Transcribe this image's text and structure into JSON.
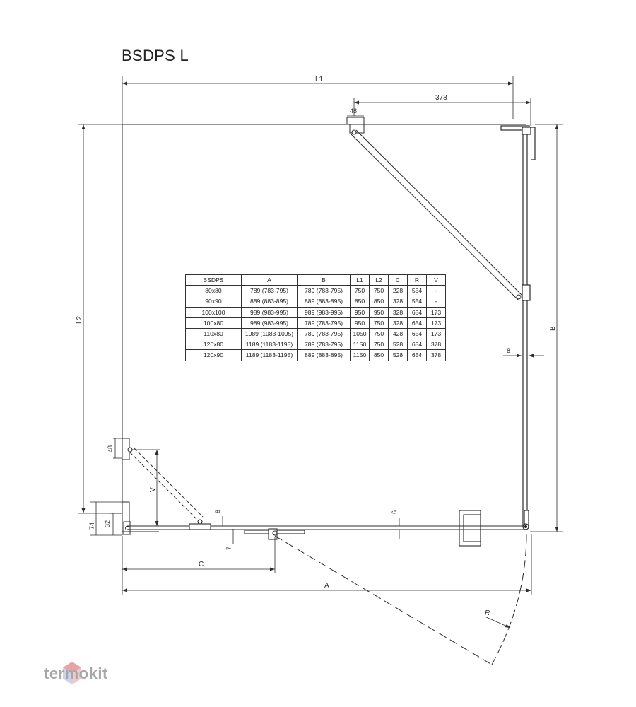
{
  "title": "BSDPS L",
  "dimensions": {
    "L1": "L1",
    "L2": "L2",
    "A": "A",
    "B": "B",
    "C": "C",
    "V": "V",
    "R": "R",
    "d378": "378",
    "d48_top": "48",
    "d48_left": "48",
    "d8_right": "8",
    "d74": "74",
    "d32": "32",
    "d8_bottom": "8",
    "d7": "7",
    "d6": "6"
  },
  "table": {
    "headers": [
      "BSDPS",
      "A",
      "B",
      "L1",
      "L2",
      "C",
      "R",
      "V"
    ],
    "rows": [
      [
        "80x80",
        "789 (783-795)",
        "789 (783-795)",
        "750",
        "750",
        "228",
        "554",
        "-"
      ],
      [
        "90x90",
        "889 (883-895)",
        "889 (883-895)",
        "850",
        "850",
        "328",
        "554",
        "-"
      ],
      [
        "100x100",
        "989 (983-995)",
        "989 (983-995)",
        "950",
        "950",
        "328",
        "654",
        "173"
      ],
      [
        "100x80",
        "989 (983-995)",
        "789 (783-795)",
        "950",
        "750",
        "328",
        "654",
        "173"
      ],
      [
        "110x80",
        "1089 (1083-1095)",
        "789 (783-795)",
        "1050",
        "750",
        "428",
        "654",
        "173"
      ],
      [
        "120x80",
        "1189 (1183-1195)",
        "789 (783-795)",
        "1150",
        "750",
        "528",
        "654",
        "378"
      ],
      [
        "120x90",
        "1189 (1183-1195)",
        "889 (883-895)",
        "1150",
        "850",
        "528",
        "654",
        "378"
      ]
    ]
  },
  "watermark": {
    "text": "termokit"
  },
  "colors": {
    "line": "#2b2b2b",
    "watermark": "#a7a7a7",
    "logo_top": "#e8a3a7",
    "logo_left": "#c9d3ef",
    "logo_right": "#f2c7c9"
  }
}
